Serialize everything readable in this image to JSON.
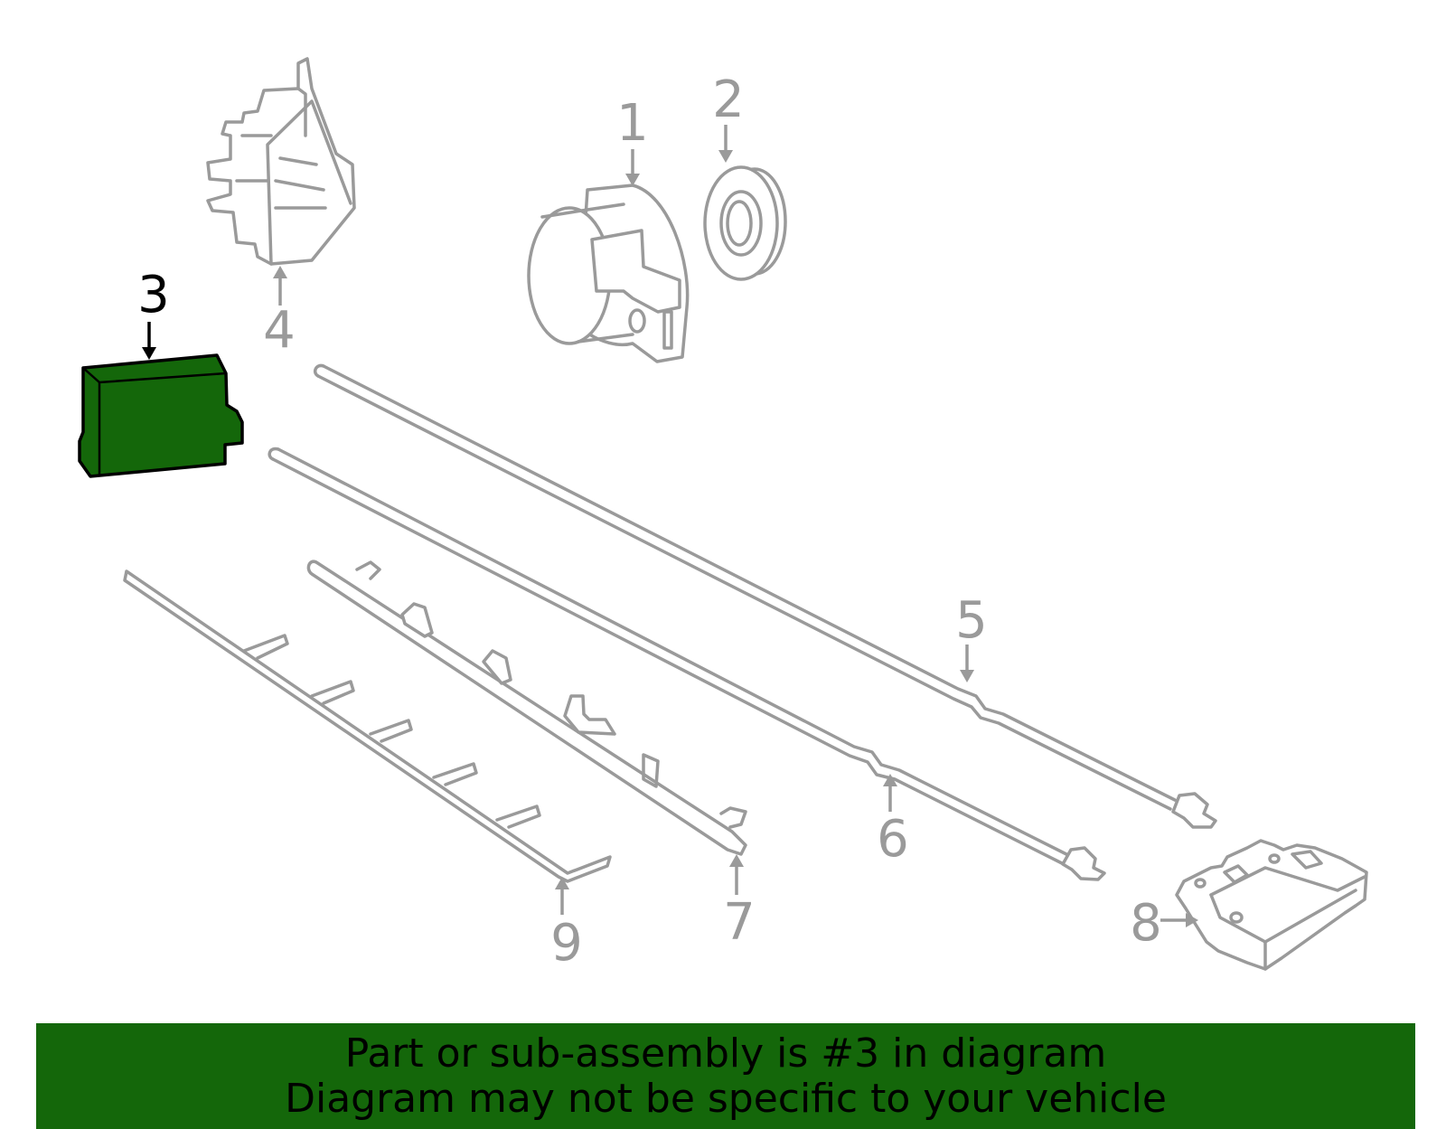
{
  "diagram": {
    "highlight_color": "#14670a",
    "part_color": "#9a9a9a",
    "highlighted_callout": "3",
    "callouts": [
      {
        "id": "1",
        "label": "1"
      },
      {
        "id": "2",
        "label": "2"
      },
      {
        "id": "3",
        "label": "3"
      },
      {
        "id": "4",
        "label": "4"
      },
      {
        "id": "5",
        "label": "5"
      },
      {
        "id": "6",
        "label": "6"
      },
      {
        "id": "7",
        "label": "7"
      },
      {
        "id": "8",
        "label": "8"
      },
      {
        "id": "9",
        "label": "9"
      }
    ]
  },
  "banner": {
    "background": "#14670a",
    "line1": "Part or sub-assembly is #3 in diagram",
    "line2": "Diagram may not be specific to your vehicle"
  }
}
